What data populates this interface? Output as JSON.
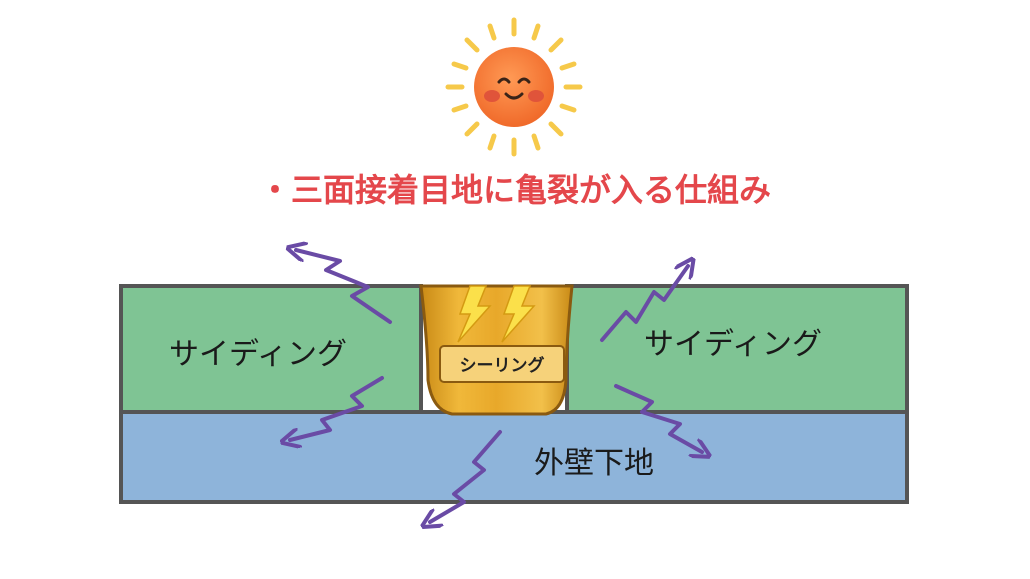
{
  "title": "・三面接着目地に亀裂が入る仕組み",
  "labels": {
    "siding_left": "サイディング",
    "siding_right": "サイディング",
    "sealing": "シーリング",
    "base_wall": "外壁下地"
  },
  "icons": {
    "sun": "smiling-sun-icon",
    "cracks": "lightning-crack-icon",
    "stress": "zigzag-arrow-icon"
  },
  "colors": {
    "title": "#e4474b",
    "siding": "#7fc494",
    "base_wall": "#8eb4da",
    "sealing": "#e3a82c",
    "sealing_label_bg": "#f6d27a",
    "arrow": "#6a4ba5",
    "sun": "#f57a3a",
    "sun_ray": "#f6c94a",
    "outline": "#555555"
  }
}
